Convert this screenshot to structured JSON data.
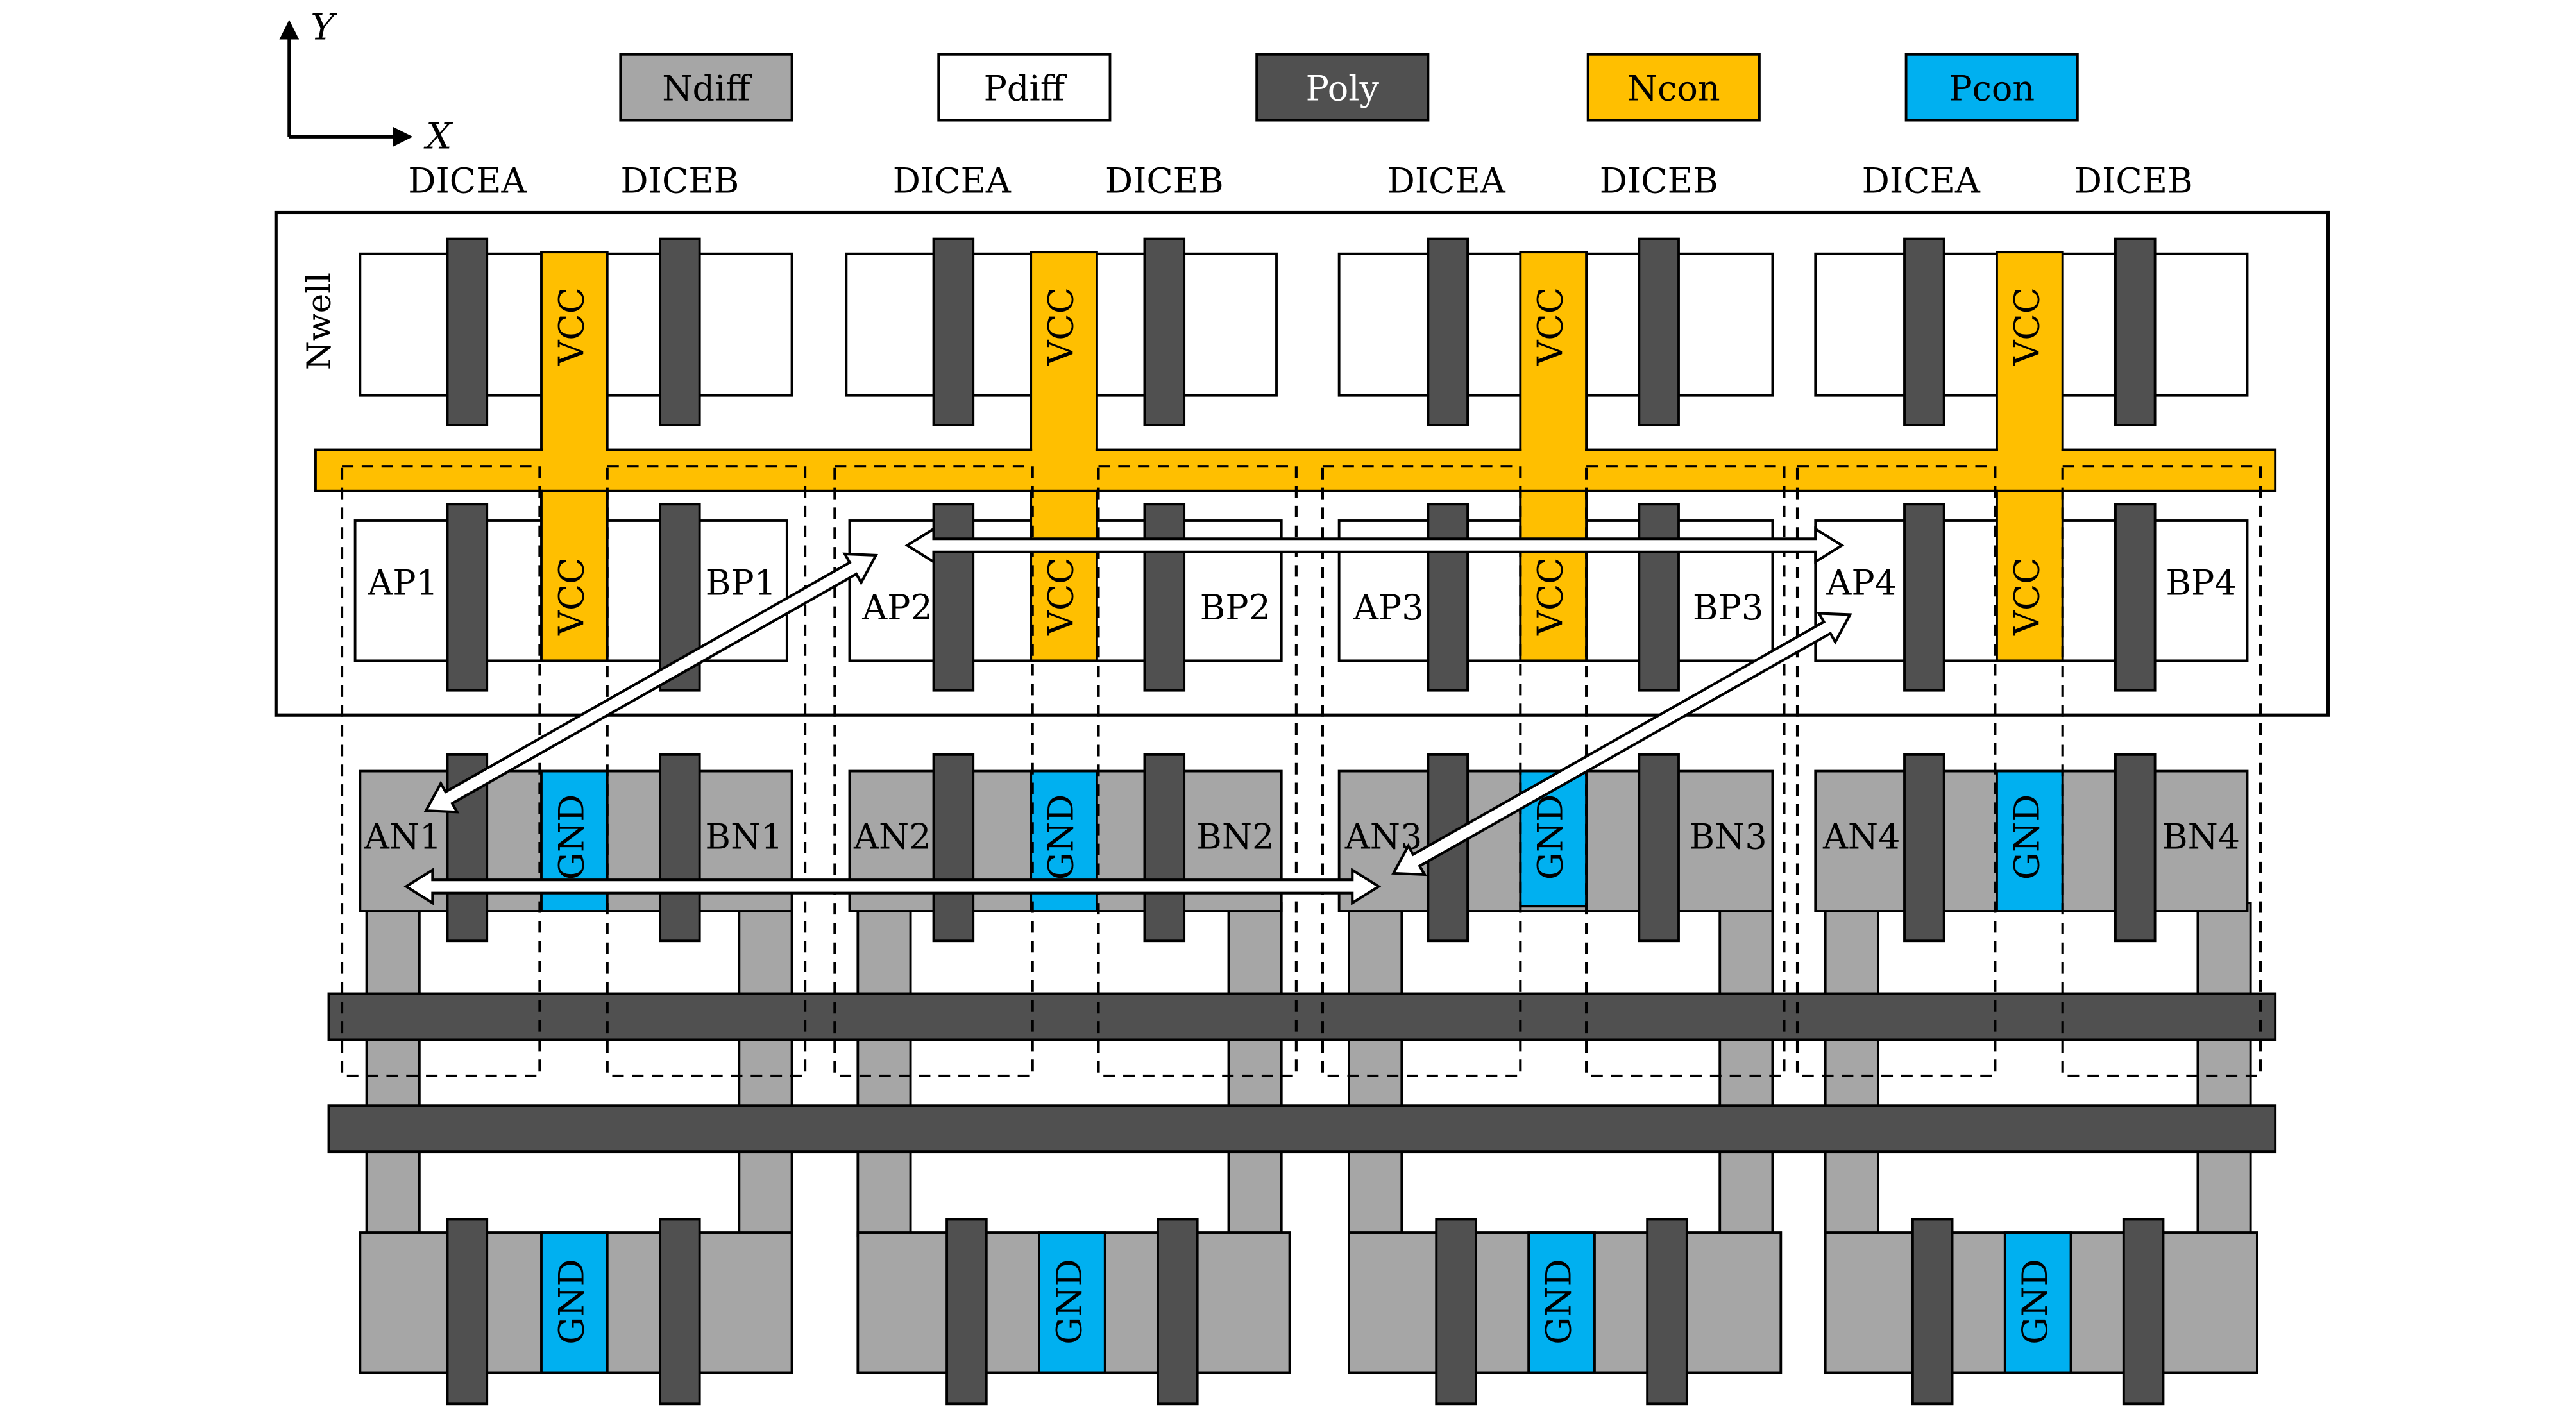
{
  "axes": {
    "y_label": "Y",
    "x_label": "X"
  },
  "legend": {
    "items": [
      {
        "label": "Ndiff",
        "color": "#a6a6a6"
      },
      {
        "label": "Pdiff",
        "color": "#ffffff"
      },
      {
        "label": "Poly",
        "color": "#505050"
      },
      {
        "label": "Ncon",
        "color": "#ffbf00"
      },
      {
        "label": "Pcon",
        "color": "#00b0f0"
      }
    ]
  },
  "dice_headers": [
    "DICEA",
    "DICEB",
    "DICEA",
    "DICEB",
    "DICEA",
    "DICEB",
    "DICEA",
    "DICEB"
  ],
  "nwell_label": "Nwell",
  "contacts": {
    "vcc": "VCC",
    "gnd": "GND"
  },
  "cells": [
    {
      "ap": "AP1",
      "bp": "BP1",
      "an": "AN1",
      "bn": "BN1"
    },
    {
      "ap": "AP2",
      "bp": "BP2",
      "an": "AN2",
      "bn": "BN2"
    },
    {
      "ap": "AP3",
      "bp": "BP3",
      "an": "AN3",
      "bn": "BN3"
    },
    {
      "ap": "AP4",
      "bp": "BP4",
      "an": "AN4",
      "bn": "BN4"
    }
  ],
  "colors": {
    "ndiff": "#a6a6a6",
    "pdiff": "#ffffff",
    "poly": "#505050",
    "ncon": "#ffbf00",
    "pcon": "#00b0f0",
    "stroke": "#000000"
  }
}
